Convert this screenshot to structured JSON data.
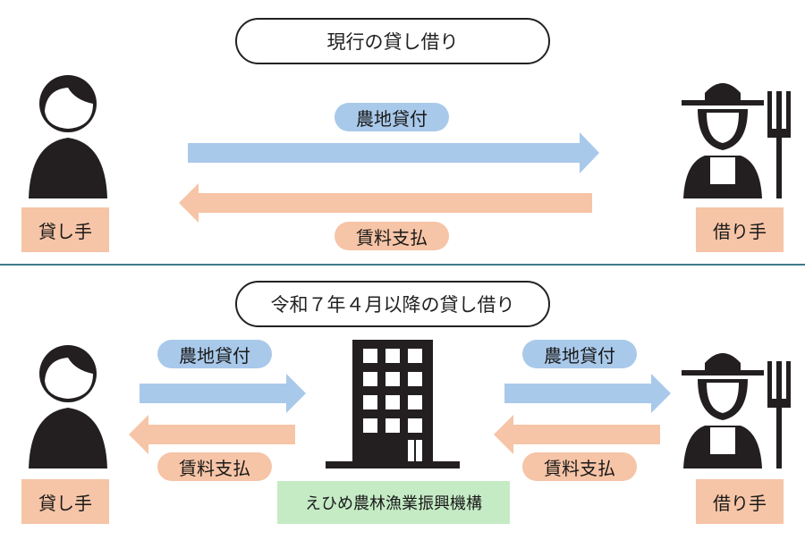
{
  "colors": {
    "blue_arrow": "#a9c9ea",
    "orange_arrow": "#f6c4a6",
    "green_box": "#c5ebc5",
    "figure": "#231f20",
    "divider": "#3d7a8a"
  },
  "current": {
    "title": "現行の貸し借り",
    "lender_label": "貸し手",
    "borrower_label": "借り手",
    "lend_label": "農地貸付",
    "rent_label": "賃料支払"
  },
  "new": {
    "title": "令和７年４月以降の貸し借り",
    "lender_label": "貸し手",
    "borrower_label": "借り手",
    "intermediary_label": "えひめ農林漁業振興機構",
    "left_lend_label": "農地貸付",
    "left_rent_label": "賃料支払",
    "right_lend_label": "農地貸付",
    "right_rent_label": "賃料支払"
  },
  "icons": [
    "lender-person-icon",
    "farmer-icon",
    "office-building-icon",
    "arrow-right-icon",
    "arrow-left-icon"
  ]
}
